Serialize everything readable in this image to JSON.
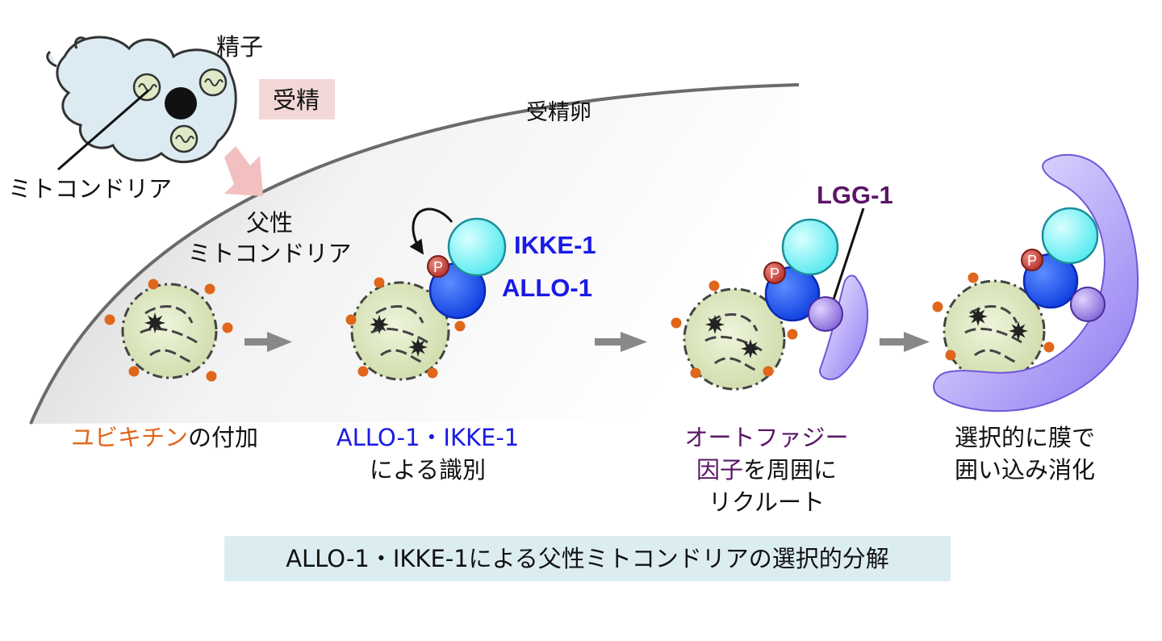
{
  "labels": {
    "sperm": "精子",
    "fertilization": "受精",
    "zygote": "受精卵",
    "mitochondria": "ミトコンドリア",
    "paternal_mito_line1": "父性",
    "paternal_mito_line2": "ミトコンドリア",
    "ikke1": "IKKE-1",
    "allo1": "ALLO-1",
    "lgg1": "LGG-1",
    "phospho": "P"
  },
  "steps": [
    {
      "highlight": "ユビキチン",
      "rest": "の付加"
    },
    {
      "line1": "ALLO-1・IKKE-1",
      "line2": "による識別"
    },
    {
      "highlight": "オートファジー",
      "line2_highlight": "因子",
      "line2_rest": "を周囲に",
      "line3": "リクルート"
    },
    {
      "line1": "選択的に膜で",
      "line2": "囲い込み消化"
    }
  ],
  "caption": "ALLO-1・IKKE-1による父性ミトコンドリアの選択的分解",
  "colors": {
    "ubiquitin": "#e0661a",
    "allo_ikke_text": "#1a1ae6",
    "autophagy_text": "#5a1566",
    "ikke1_fill": "#7ff7f7",
    "allo1_fill": "#1f5eff",
    "lgg1_fill": "#9a80e0",
    "phagophore": "#9f8cf5",
    "mito_fill": "#dfe9c7",
    "sperm_fill": "#dcebf1",
    "fertilization_box": "#f3d7d7",
    "caption_box": "#dcedf2"
  },
  "icons": [
    "sperm-icon",
    "mitochondrion-icon",
    "arrow-icon",
    "phagophore-icon",
    "phospho-icon"
  ]
}
